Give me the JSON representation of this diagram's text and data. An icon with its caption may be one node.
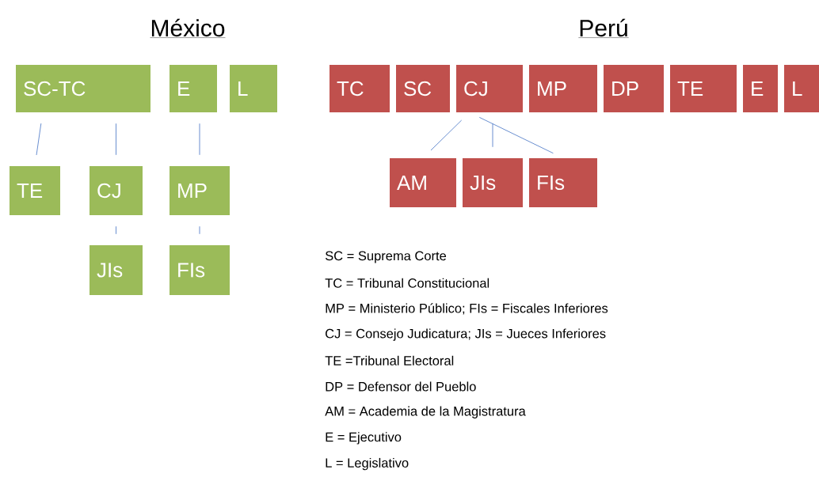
{
  "diagram": {
    "nodes": [
      {
        "text": [
          "SC-TC"
        ]
      },
      {
        "text": [
          "E"
        ]
      },
      {
        "text": [
          "L"
        ]
      },
      {
        "text": [
          "TE"
        ]
      },
      {
        "text": [
          "CJ"
        ]
      },
      {
        "text": [
          "MP"
        ]
      },
      {
        "text": [
          "JIs"
        ]
      },
      {
        "text": [
          "FIs"
        ]
      },
      {
        "text": [
          "TC"
        ]
      },
      {
        "text": [
          "SC"
        ]
      },
      {
        "text": [
          "CJ"
        ]
      },
      {
        "text": [
          "MP"
        ]
      },
      {
        "text": [
          "DP"
        ]
      },
      {
        "text": [
          "TE"
        ]
      },
      {
        "text": [
          "E"
        ]
      },
      {
        "text": [
          "L"
        ]
      },
      {
        "text": [
          "AM"
        ]
      },
      {
        "text": [
          "JIs"
        ]
      },
      {
        "text": [
          "FIs"
        ]
      }
    ],
    "edges": [
      {
        "from": 0,
        "to": 3,
        "arrow": "none"
      },
      {
        "from": 0,
        "to": 4,
        "arrow": "none"
      },
      {
        "from": 1,
        "to": 5,
        "arrow": "none"
      },
      {
        "from": 4,
        "to": 6,
        "arrow": "none"
      },
      {
        "from": 5,
        "to": 7,
        "arrow": "none"
      },
      {
        "from": 10,
        "to": 16,
        "arrow": "none"
      },
      {
        "from": 10,
        "to": 17,
        "arrow": "none"
      },
      {
        "from": 10,
        "to": 18,
        "arrow": "none"
      }
    ],
    "labels": [
      "México",
      "Perú",
      "SC  = Suprema Corte",
      "TC  = Tribunal Constitucional",
      "MP = Ministerio Público; FIs = Fiscales Inferiores",
      "CJ = Consejo Judicatura; JIs = Jueces Inferiores",
      "TE =Tribunal Electoral",
      "DP = Defensor del Pueblo",
      "AM = Academia de la Magistratura",
      "E = Ejecutivo",
      "L = Legislativo"
    ]
  }
}
